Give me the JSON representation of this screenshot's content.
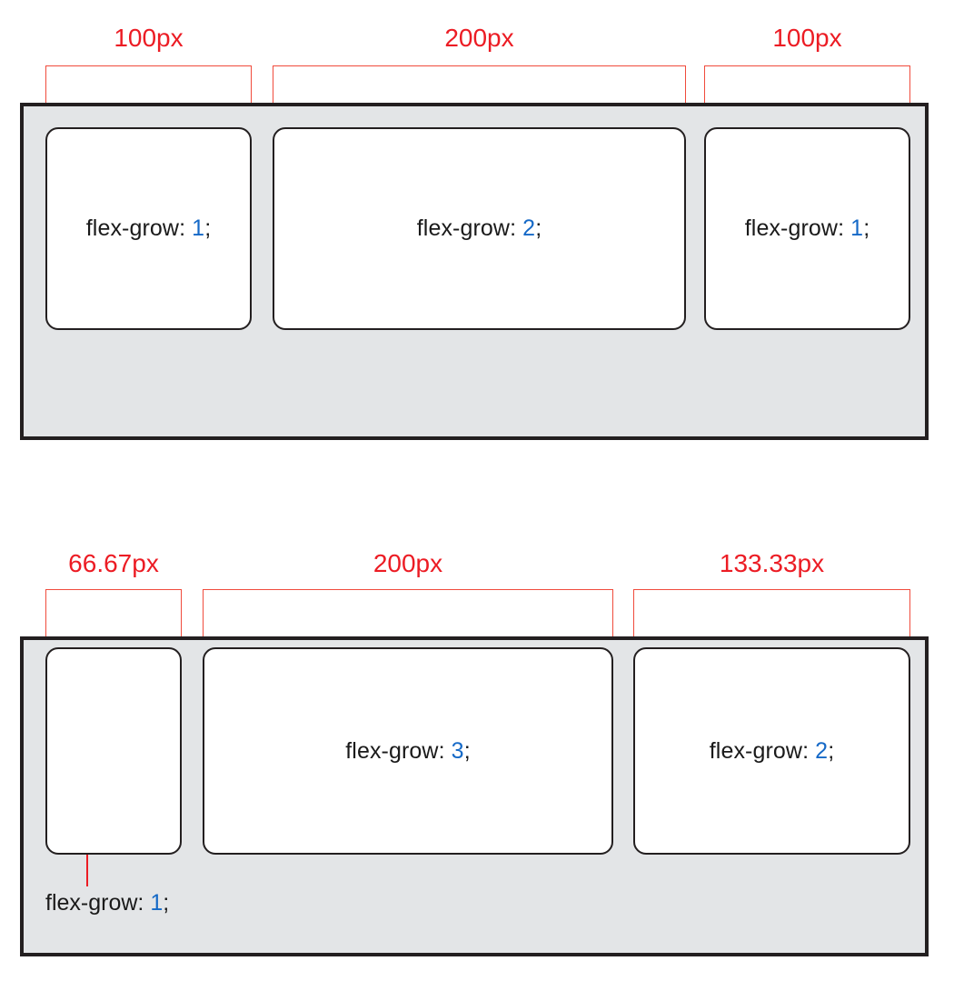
{
  "diagram": {
    "type": "flexbox-flex-grow-illustration",
    "colors": {
      "measure_red": "#ec1c24",
      "bracket_red": "#f04b3c",
      "value_blue": "#1569c7",
      "container_fill": "#e3e5e7",
      "border_black": "#231f20",
      "item_fill": "#ffffff"
    },
    "rows": [
      {
        "id": "row-1",
        "measurements": [
          {
            "label": "100px"
          },
          {
            "label": "200px"
          },
          {
            "label": "100px"
          }
        ],
        "items": [
          {
            "property": "flex-grow:",
            "value": "1",
            "semicolon": ";"
          },
          {
            "property": "flex-grow:",
            "value": "2",
            "semicolon": ";"
          },
          {
            "property": "flex-grow:",
            "value": "1",
            "semicolon": ";"
          }
        ]
      },
      {
        "id": "row-2",
        "measurements": [
          {
            "label": "66.67px"
          },
          {
            "label": "200px"
          },
          {
            "label": "133.33px"
          }
        ],
        "items": [
          {
            "property": "flex-grow:",
            "value": "1",
            "semicolon": ";"
          },
          {
            "property": "flex-grow:",
            "value": "3",
            "semicolon": ";"
          },
          {
            "property": "flex-grow:",
            "value": "2",
            "semicolon": ";"
          }
        ],
        "callout": {
          "property": "flex-grow:",
          "value": "1",
          "semicolon": ";"
        }
      }
    ]
  }
}
